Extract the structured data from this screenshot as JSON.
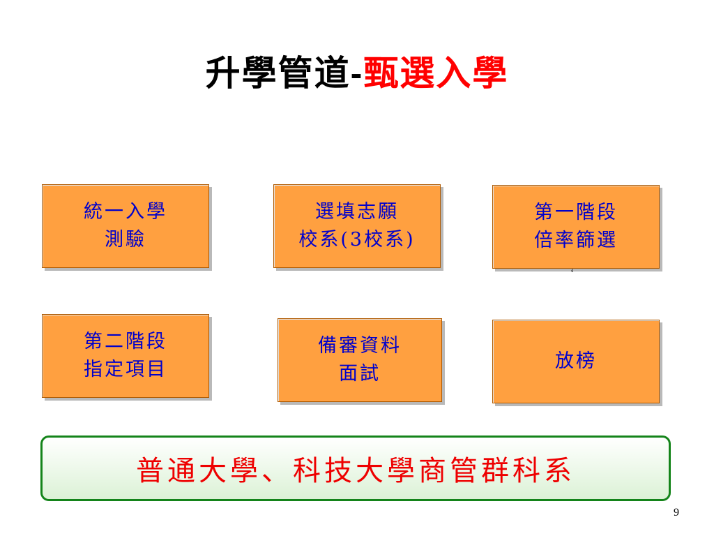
{
  "title": {
    "main": "升學管道",
    "separator": "-",
    "accent": "甄選入學",
    "accent_color": "#ff0000"
  },
  "steps": [
    {
      "lines": [
        "統一入學",
        "測驗"
      ]
    },
    {
      "lines": [
        "選填志願",
        "校系(3校系)"
      ]
    },
    {
      "lines": [
        "第一階段",
        "倍率篩選"
      ]
    },
    {
      "lines": [
        "第二階段",
        "指定項目"
      ]
    },
    {
      "lines": [
        "備審資料",
        "面試"
      ]
    },
    {
      "lines": [
        "放榜"
      ]
    }
  ],
  "stray_mark": "‘",
  "target": {
    "text": "普通大學、科技大學商管群科系",
    "text_color": "#ee0000",
    "border_color": "#14841a"
  },
  "box_color": "#ffa040",
  "box_text_color": "#0000cc",
  "page_number": "9"
}
